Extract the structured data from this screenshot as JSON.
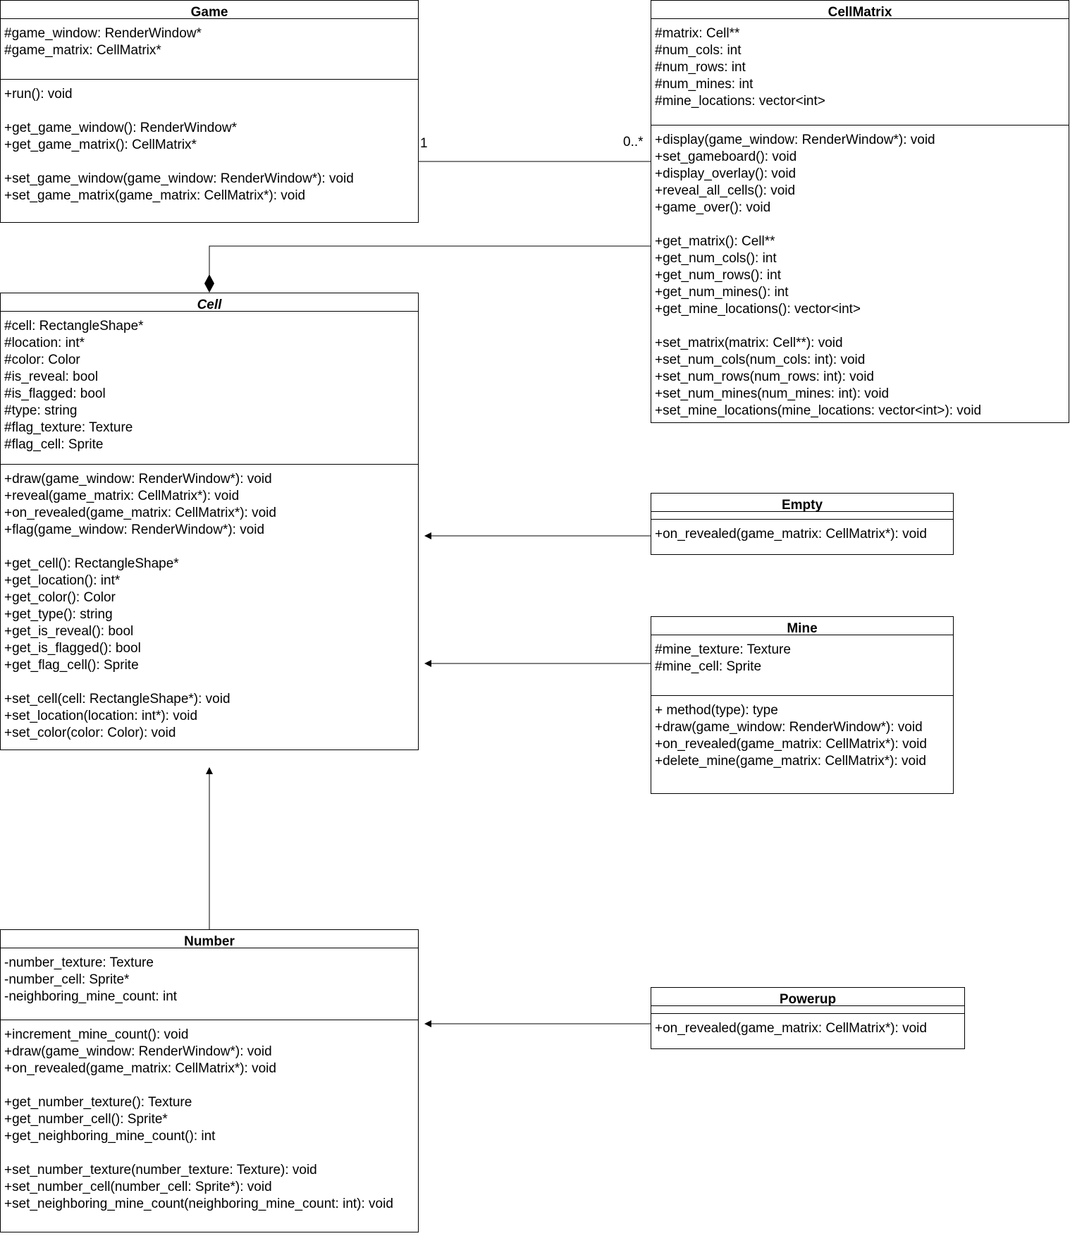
{
  "classes": {
    "game": {
      "name": "Game",
      "attributes": [
        "#game_window: RenderWindow*",
        "#game_matrix: CellMatrix*"
      ],
      "methods": [
        "+run(): void",
        "",
        "+get_game_window(): RenderWindow*",
        "+get_game_matrix(): CellMatrix*",
        "",
        "+set_game_window(game_window: RenderWindow*): void",
        "+set_game_matrix(game_matrix: CellMatrix*): void"
      ]
    },
    "cellmatrix": {
      "name": "CellMatrix",
      "attributes": [
        "#matrix: Cell**",
        "#num_cols: int",
        "#num_rows: int",
        "#num_mines: int",
        "#mine_locations: vector<int>"
      ],
      "methods": [
        "+display(game_window: RenderWindow*): void",
        "+set_gameboard(): void",
        "+display_overlay(): void",
        "+reveal_all_cells(): void",
        "+game_over(): void",
        "",
        "+get_matrix(): Cell**",
        "+get_num_cols(): int",
        "+get_num_rows(): int",
        "+get_num_mines(): int",
        "+get_mine_locations(): vector<int>",
        "",
        "+set_matrix(matrix: Cell**): void",
        "+set_num_cols(num_cols: int): void",
        "+set_num_rows(num_rows: int): void",
        "+set_num_mines(num_mines: int): void",
        "+set_mine_locations(mine_locations: vector<int>): void"
      ]
    },
    "cell": {
      "name": "Cell",
      "attributes": [
        "#cell: RectangleShape*",
        "#location: int*",
        "#color: Color",
        "#is_reveal: bool",
        "#is_flagged: bool",
        "#type: string",
        "#flag_texture: Texture",
        "#flag_cell: Sprite"
      ],
      "methods": [
        "+draw(game_window: RenderWindow*): void",
        "+reveal(game_matrix: CellMatrix*): void",
        "+on_revealed(game_matrix: CellMatrix*): void",
        "+flag(game_window: RenderWindow*): void",
        "",
        "+get_cell(): RectangleShape*",
        "+get_location(): int*",
        "+get_color(): Color",
        "+get_type(): string",
        "+get_is_reveal(): bool",
        "+get_is_flagged(): bool",
        "+get_flag_cell(): Sprite",
        "",
        "+set_cell(cell: RectangleShape*): void",
        "+set_location(location: int*): void",
        "+set_color(color: Color): void"
      ]
    },
    "empty": {
      "name": "Empty",
      "attributes": [],
      "methods": [
        "+on_revealed(game_matrix: CellMatrix*): void"
      ]
    },
    "mine": {
      "name": "Mine",
      "attributes": [
        "#mine_texture: Texture",
        "#mine_cell: Sprite"
      ],
      "methods": [
        "+ method(type): type",
        "+draw(game_window: RenderWindow*): void",
        "+on_revealed(game_matrix: CellMatrix*): void",
        "+delete_mine(game_matrix: CellMatrix*): void"
      ]
    },
    "number": {
      "name": "Number",
      "attributes": [
        "-number_texture: Texture",
        "-number_cell: Sprite*",
        "-neighboring_mine_count: int"
      ],
      "methods": [
        "+increment_mine_count(): void",
        "+draw(game_window: RenderWindow*): void",
        "+on_revealed(game_matrix: CellMatrix*): void",
        "",
        "+get_number_texture(): Texture",
        "+get_number_cell(): Sprite*",
        "+get_neighboring_mine_count(): int",
        "",
        "+set_number_texture(number_texture: Texture): void",
        "+set_number_cell(number_cell: Sprite*): void",
        "+set_neighboring_mine_count(neighboring_mine_count: int): void"
      ]
    },
    "powerup": {
      "name": "Powerup",
      "attributes": [],
      "methods": [
        "+on_revealed(game_matrix: CellMatrix*): void"
      ]
    }
  },
  "associations": {
    "game_cellmatrix": {
      "source_multiplicity": "1",
      "target_multiplicity": "0..*"
    }
  }
}
